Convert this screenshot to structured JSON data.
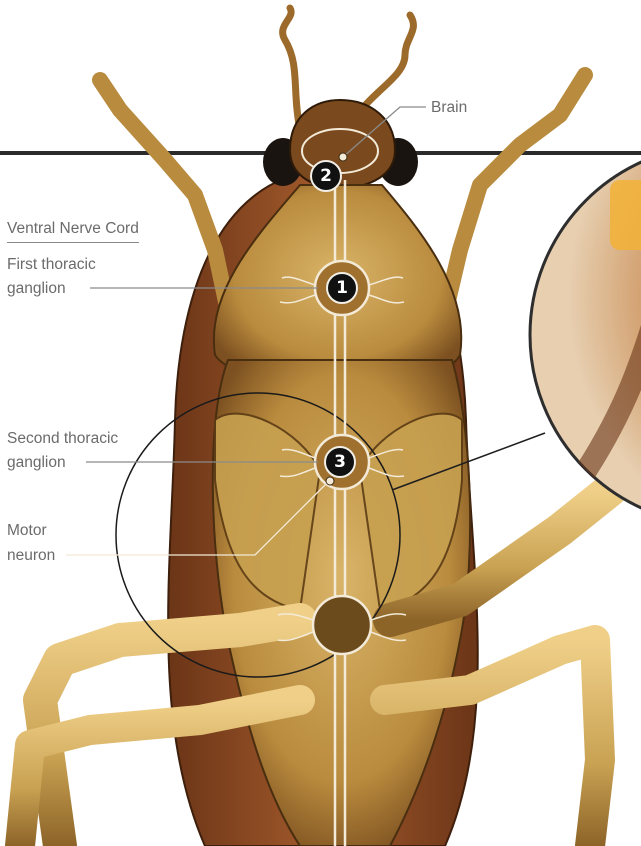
{
  "labels": {
    "brain": "Brain",
    "ventral_nerve_cord": "Ventral Nerve Cord",
    "first_thoracic_ganglion": [
      "First thoracic",
      "ganglion"
    ],
    "second_thoracic_ganglion": [
      "Second thoracic",
      "ganglion"
    ],
    "motor_neuron": [
      "Motor",
      "neuron"
    ]
  },
  "markers": {
    "brain": "2",
    "first_thoracic_ganglion": "1",
    "second_thoracic_ganglion": "3"
  },
  "colors": {
    "exoskeleton": "#c9a253",
    "exoskeleton_dark": "#8a5a26",
    "wing": "#8e4a22",
    "nerve": "#f3ead8",
    "label_text": "#6b6b6b"
  }
}
